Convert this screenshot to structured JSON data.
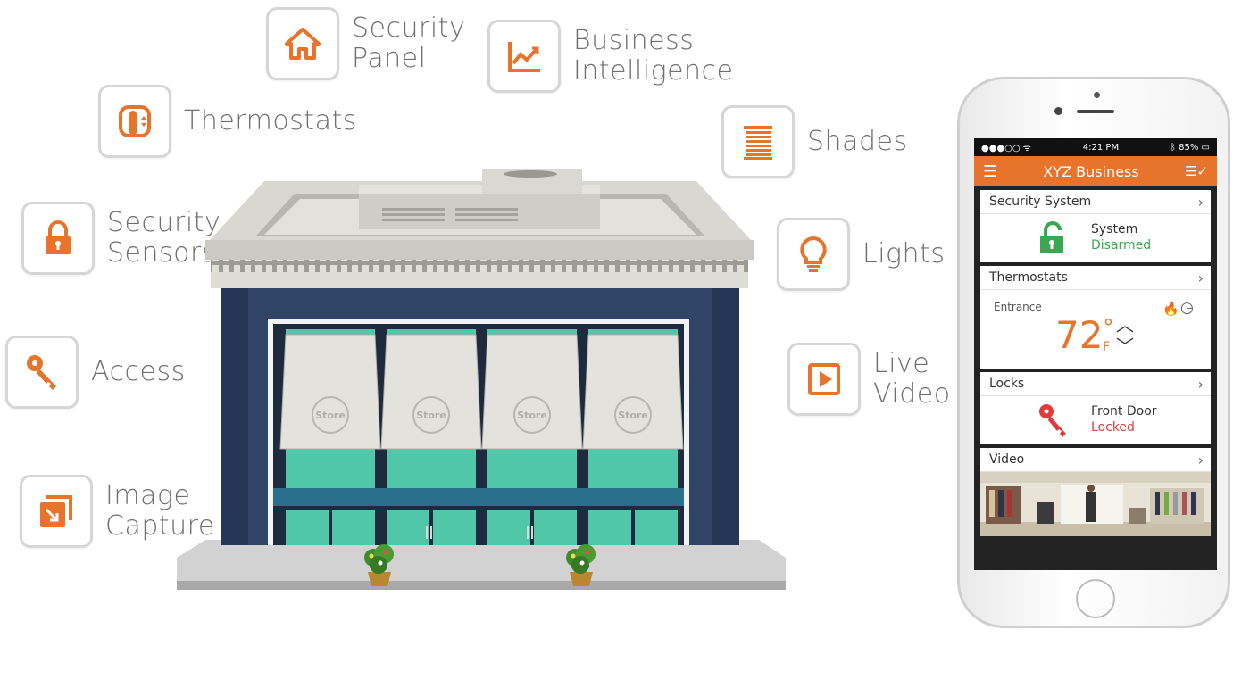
{
  "features": [
    {
      "id": "security-panel",
      "label": [
        "Security",
        "Panel"
      ],
      "icon": "house-icon"
    },
    {
      "id": "business-intelligence",
      "label": [
        "Business",
        "Intelligence"
      ],
      "icon": "line-chart-icon"
    },
    {
      "id": "thermostats",
      "label": [
        "Thermostats"
      ],
      "icon": "thermostat-icon"
    },
    {
      "id": "shades",
      "label": [
        "Shades"
      ],
      "icon": "shades-icon"
    },
    {
      "id": "security-sensors",
      "label": [
        "Security",
        "Sensors"
      ],
      "icon": "padlock-icon"
    },
    {
      "id": "lights",
      "label": [
        "Lights"
      ],
      "icon": "lightbulb-icon"
    },
    {
      "id": "access",
      "label": [
        "Access"
      ],
      "icon": "key-icon"
    },
    {
      "id": "live-video",
      "label": [
        "Live",
        "Video"
      ],
      "icon": "play-icon"
    },
    {
      "id": "image-capture",
      "label": [
        "Image",
        "Capture"
      ],
      "icon": "image-capture-icon"
    }
  ],
  "store": {
    "awning_text": "Store"
  },
  "phone": {
    "status": {
      "time": "4:21 PM",
      "battery": "85%"
    },
    "app_title": "XYZ Business",
    "security": {
      "title": "Security System",
      "line1": "System",
      "line2": "Disarmed"
    },
    "thermostats": {
      "title": "Thermostats",
      "zone": "Entrance",
      "temp": "72",
      "deg": "°",
      "unit": "F"
    },
    "locks": {
      "title": "Locks",
      "line1": "Front Door",
      "line2": "Locked"
    },
    "video": {
      "title": "Video"
    }
  },
  "colors": {
    "accent": "#e8742b",
    "building": "#2f4466",
    "glass": "#4fc7a8",
    "ok": "#3aa851",
    "alert": "#e23b3b"
  }
}
